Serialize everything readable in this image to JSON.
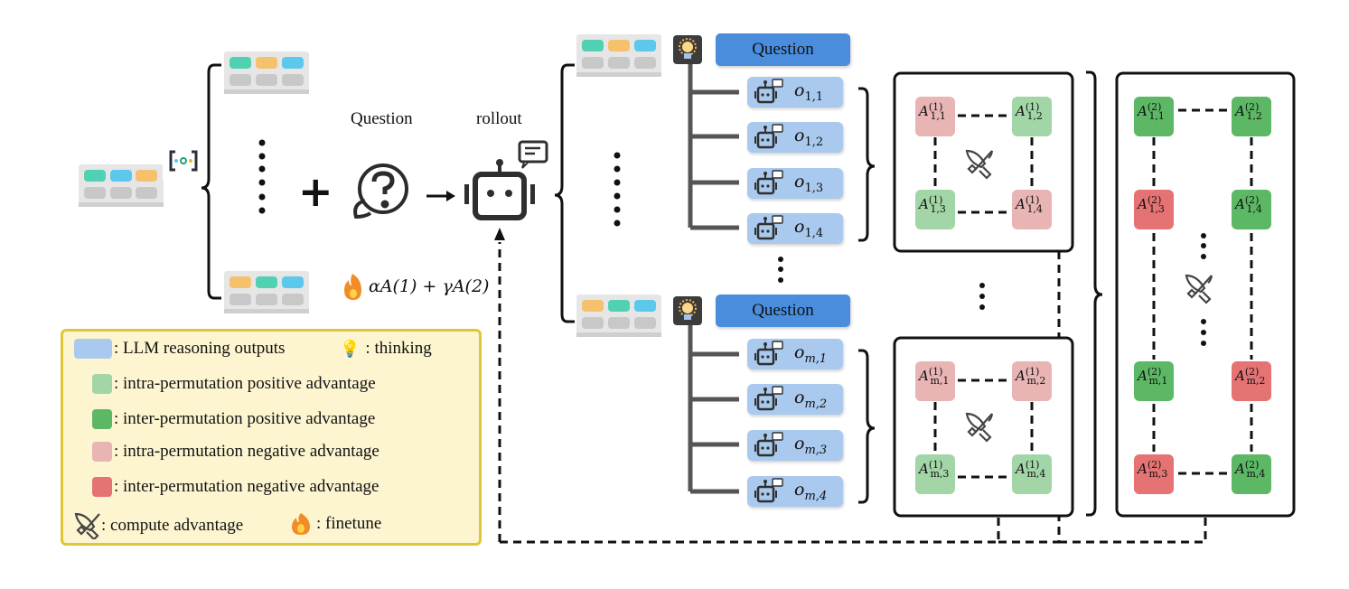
{
  "labels": {
    "question_top": "Question",
    "rollout": "rollout",
    "finetune_formula": "αA(1) + γA(2)",
    "plus": "+"
  },
  "permutation_groups": [
    {
      "question_label": "Question",
      "block_colors": [
        "#4fd1b2",
        "#f5c16c",
        "#5bc8ec"
      ],
      "outputs": [
        "o1,1",
        "o1,2",
        "o1,3",
        "o1,4"
      ],
      "intra_advantages": [
        {
          "label": "A(1) 1,1",
          "sign": "negative"
        },
        {
          "label": "A(1) 1,2",
          "sign": "positive"
        },
        {
          "label": "A(1) 1,3",
          "sign": "positive"
        },
        {
          "label": "A(1) 1,4",
          "sign": "negative"
        }
      ]
    },
    {
      "question_label": "Question",
      "block_colors": [
        "#f5c16c",
        "#4fd1b2",
        "#5bc8ec"
      ],
      "outputs": [
        "om,1",
        "om,2",
        "om,3",
        "om,4"
      ],
      "intra_advantages": [
        {
          "label": "A(1) m,1",
          "sign": "negative"
        },
        {
          "label": "A(1) m,2",
          "sign": "negative"
        },
        {
          "label": "A(1) m,3",
          "sign": "positive"
        },
        {
          "label": "A(1) m,4",
          "sign": "positive"
        }
      ]
    }
  ],
  "inter_advantages": [
    {
      "label": "A(2) 1,1",
      "sign": "positive"
    },
    {
      "label": "A(2) 1,2",
      "sign": "positive"
    },
    {
      "label": "A(2) 1,3",
      "sign": "negative"
    },
    {
      "label": "A(2) 1,4",
      "sign": "positive"
    },
    {
      "label": "A(2) m,1",
      "sign": "positive"
    },
    {
      "label": "A(2) m,2",
      "sign": "negative"
    },
    {
      "label": "A(2) m,3",
      "sign": "negative"
    },
    {
      "label": "A(2) m,4",
      "sign": "positive"
    }
  ],
  "legend": {
    "llm_outputs": ": LLM reasoning outputs",
    "thinking": ": thinking",
    "intra_pos": ": intra-permutation positive advantage",
    "inter_pos": ": inter-permutation positive advantage",
    "intra_neg": ": intra-permutation negative advantage",
    "inter_neg": ": inter-permutation negative advantage",
    "compute": ": compute advantage",
    "finetune": ": finetune"
  },
  "colors": {
    "llm_output": "#a9c9ee",
    "question": "#4a8ddc",
    "intra_positive": "#a3d6a7",
    "inter_positive": "#5cb865",
    "intra_negative": "#e8b4b4",
    "inter_negative": "#e57373",
    "legend_bg": "#fdf5d0",
    "legend_border": "#e2c43a"
  },
  "icons": [
    "permutation-icon",
    "question-bubble-icon",
    "robot-icon",
    "lightbulb-icon",
    "crossed-swords-icon",
    "flame-icon"
  ]
}
